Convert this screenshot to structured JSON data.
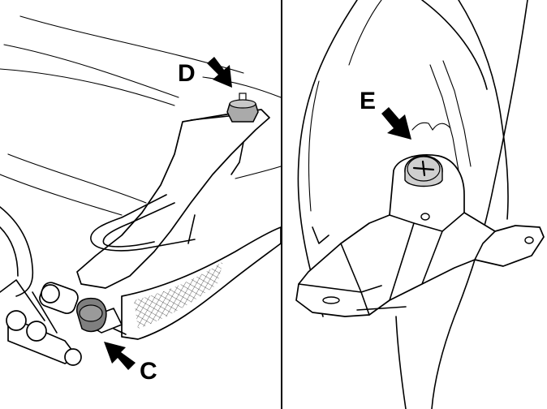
{
  "labels": {
    "D": "D",
    "C": "C",
    "E": "E"
  },
  "colors": {
    "line": "#000000",
    "background": "#ffffff",
    "fastener": "#aaaaaa",
    "fastener_dark": "#7f7f7f"
  }
}
